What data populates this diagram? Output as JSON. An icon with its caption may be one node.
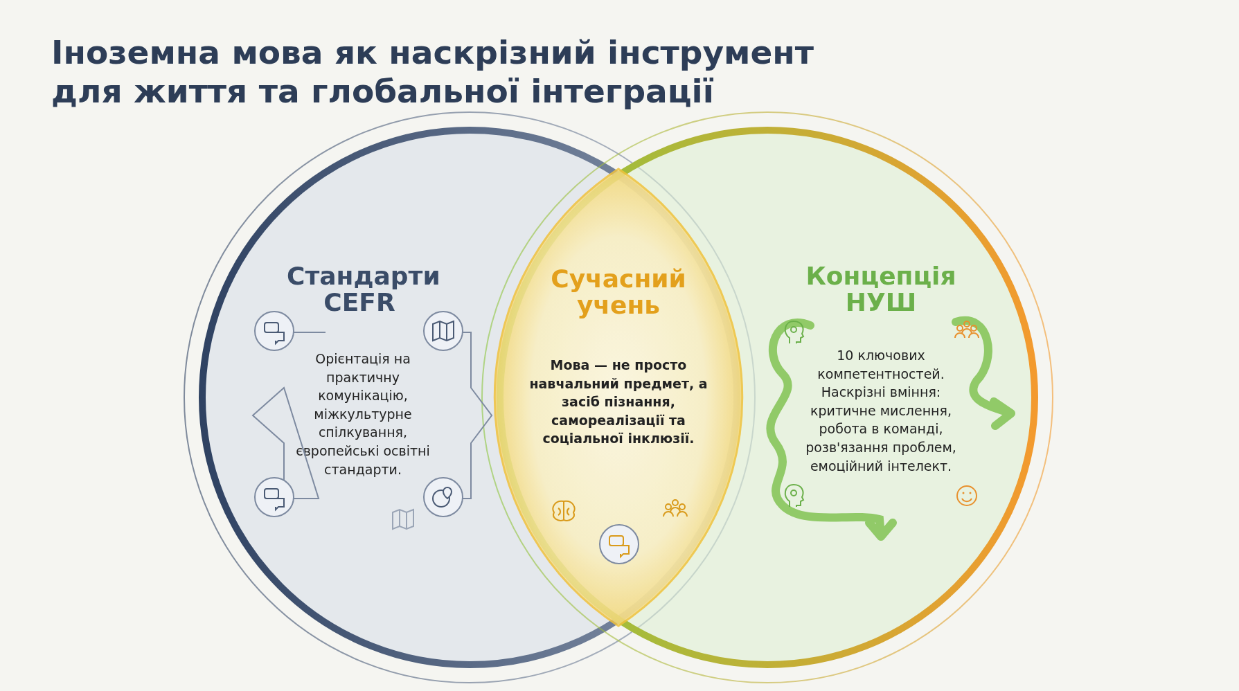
{
  "diagram": {
    "title": "Іноземна мова як наскрізний інструмент для життя та глобальної інтеграції",
    "nodes": [
      {
        "text": [
          "Стандарти CEFR",
          "Орієнтація на практичну комунікацію, міжкультурне спілкування, європейські освітні стандарти."
        ]
      },
      {
        "text": [
          "Концепція НУШ",
          "10 ключових компетентностей. Наскрізні вміння: критичне мислення, робота в команді, розв'язання проблем, емоційний інтелект."
        ]
      },
      {
        "text": [
          "Сучасний учень",
          "Мова — не просто навчальний предмет, а засіб пізнання, самореалізації та соціальної інклюзії."
        ]
      }
    ]
  }
}
